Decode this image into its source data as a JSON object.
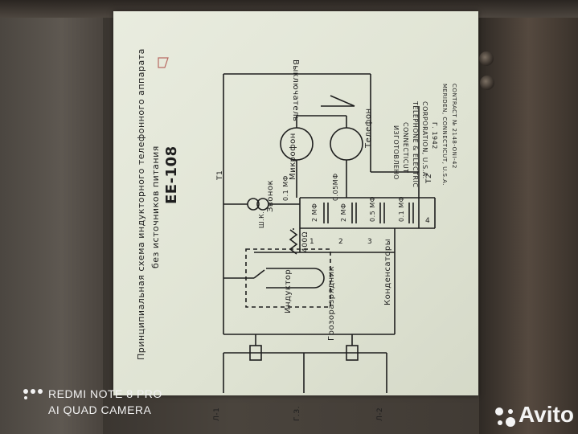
{
  "watermark": {
    "line1": "REDMI NOTE 8 PRO",
    "line2": "AI QUAD CAMERA"
  },
  "avito_brand": "Avito",
  "schematic": {
    "title_line1": "Принципиальная схема индукторного телефонного аппарата",
    "title_line2": "без источников питания",
    "model": "EE-108",
    "switch_label": "Выключатель",
    "mic_label": "Микрофон",
    "phone_label": "Телефон",
    "bell_label": "Звонок",
    "inductor_label": "Индуктор",
    "arrester_label": "Грозоразрядник",
    "capacitors_label": "Конденсаторы",
    "resistor_label": "400Ω",
    "cap_01": "0.1 МФ",
    "cap_005": "0.05МФ",
    "cap_values": [
      "2 МФ",
      "2 МФ",
      "0.5 МФ",
      "0.1 МФ"
    ],
    "cap_numbers": [
      "1",
      "2",
      "3",
      "4"
    ],
    "t1": "T1",
    "t2": "T2",
    "wk": "Ш.К.",
    "terminal_l1": "Л-1",
    "terminal_g3": "Г.З.",
    "terminal_l2": "Л-2",
    "maker_lines": [
      "ИЗГОТОВЛЕНО",
      "CONNECTICUT",
      "TELEPHONE & ELECTRIC",
      "CORPORATION, U.S.A.",
      "Г. 1942",
      "MERIDEN, CONNECTICUT, U.S.A.",
      "CONTRACT № 2148-ONI-42"
    ]
  },
  "colors": {
    "card": "#e4e7d8",
    "ink": "#1e1e1e",
    "case": "#3a3530"
  }
}
